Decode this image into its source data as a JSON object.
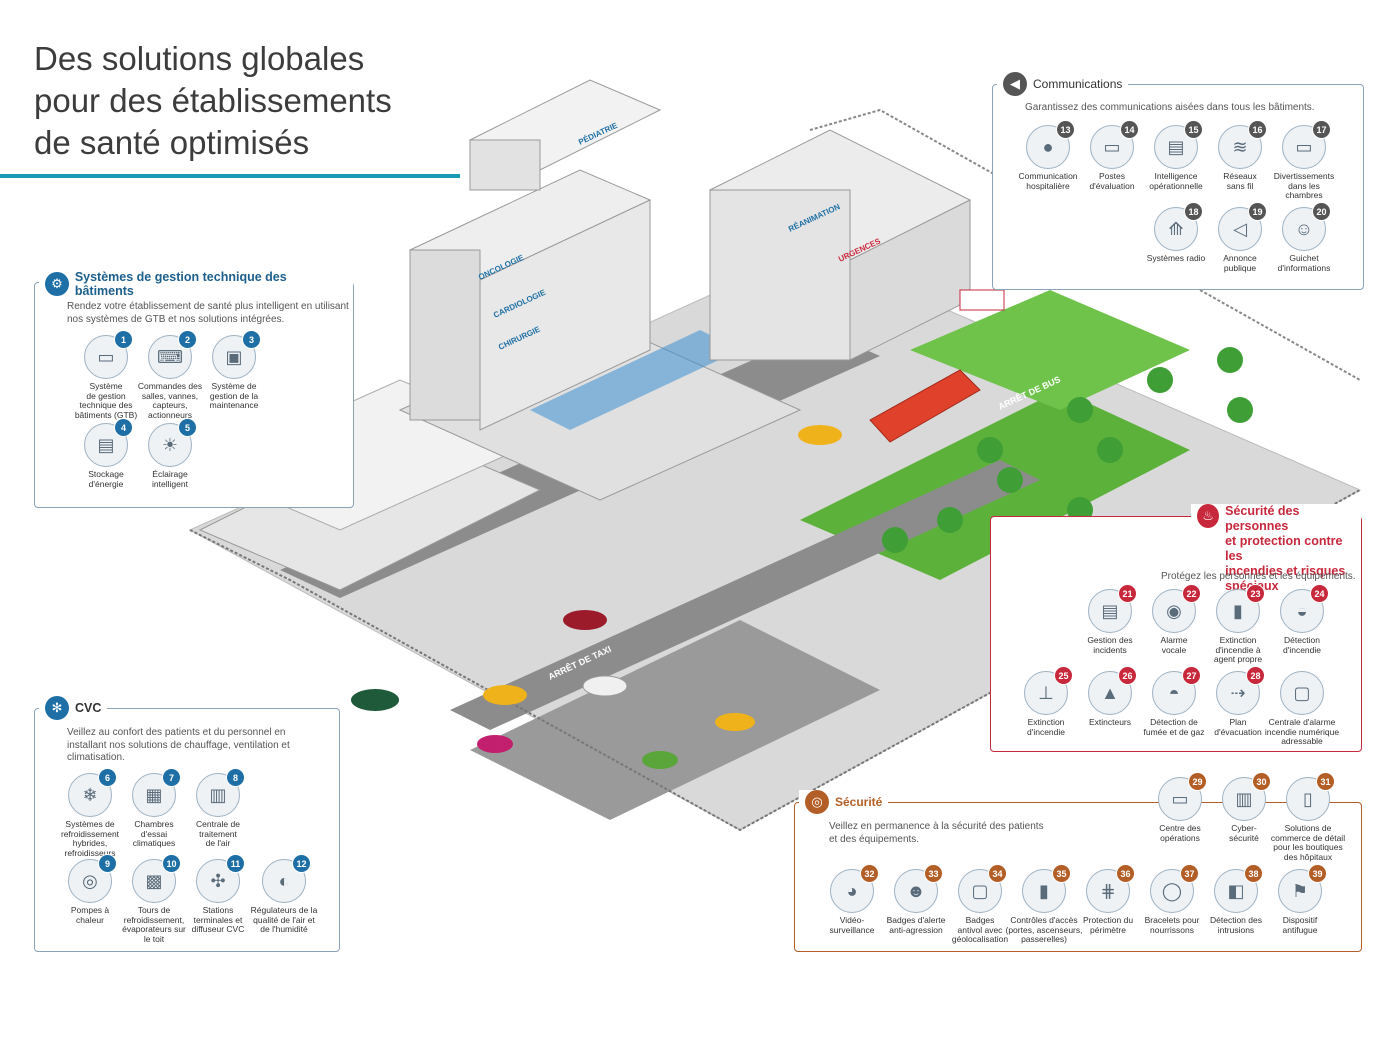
{
  "title": "Des solutions globales\npour des établissements\nde santé optimisés",
  "colors": {
    "accent": "#1a9bb5",
    "gtb": "#1d6fa5",
    "comm": "#555555",
    "safety": "#c8283c",
    "security": "#b35e26",
    "grass": "#5cb13b",
    "road": "#8c8c8c"
  },
  "scene_labels": {
    "pediatrie": "PÉDIATRIE",
    "oncologie": "ONCOLOGIE",
    "cardiologie": "CARDIOLOGIE",
    "chirurgie": "CHIRURGIE",
    "reanimation": "RÉANIMATION",
    "urgences": "URGENCES",
    "arret_bus": "ARRÊT\nDE BUS",
    "arret_taxi": "ARRÊT DE TAXI"
  },
  "gtb": {
    "title": "Systèmes de gestion technique des bâtiments",
    "desc": "Rendez votre établissement de santé plus intelligent en utilisant\nnos systèmes de GTB et nos solutions intégrées.",
    "items": [
      {
        "num": "1",
        "label": "Système\nde gestion\ntechnique des\nbâtiments (GTB)",
        "icon": "display-icon"
      },
      {
        "num": "2",
        "label": "Commandes des\nsalles, vannes,\ncapteurs,\nactionneurs",
        "icon": "laptop-icon"
      },
      {
        "num": "3",
        "label": "Système de\ngestion de la\nmaintenance",
        "icon": "monitor-icon"
      },
      {
        "num": "4",
        "label": "Stockage\nd'énergie",
        "icon": "battery-icon"
      },
      {
        "num": "5",
        "label": "Éclairage\nintelligent",
        "icon": "lightbulb-icon"
      }
    ]
  },
  "cvc": {
    "title": "CVC",
    "desc": "Veillez au confort des patients et du personnel en\ninstallant nos solutions de chauffage, ventilation et\nclimatisation.",
    "items": [
      {
        "num": "6",
        "label": "Systèmes de\nrefroidissement\nhybrides,\nrefroidisseurs",
        "icon": "chiller-icon"
      },
      {
        "num": "7",
        "label": "Chambres\nd'essai\nclimatiques",
        "icon": "chamber-icon"
      },
      {
        "num": "8",
        "label": "Centrale de\ntraitement\nde l'air",
        "icon": "air-unit-icon"
      },
      {
        "num": "9",
        "label": "Pompes à\nchaleur",
        "icon": "pump-icon"
      },
      {
        "num": "10",
        "label": "Tours de\nrefroidissement,\névaporateurs sur\nle toit",
        "icon": "cooling-tower-icon"
      },
      {
        "num": "11",
        "label": "Stations\nterminales et\ndiffuseur CVC",
        "icon": "diffuser-icon"
      },
      {
        "num": "12",
        "label": "Régulateurs de la\nqualité de l'air et\nde l'humidité",
        "icon": "thermostat-icon"
      }
    ]
  },
  "comm": {
    "title": "Communications",
    "desc": "Garantissez des communications aisées dans tous les bâtiments.",
    "items": [
      {
        "num": "13",
        "label": "Communication\nhospitalière",
        "icon": "nurse-call-icon"
      },
      {
        "num": "14",
        "label": "Postes\nd'évaluation",
        "icon": "workstation-icon"
      },
      {
        "num": "15",
        "label": "Intelligence\nopérationnelle",
        "icon": "analytics-icon"
      },
      {
        "num": "16",
        "label": "Réseaux\nsans fil",
        "icon": "wifi-icon"
      },
      {
        "num": "17",
        "label": "Divertissements\ndans les\nchambres",
        "icon": "tv-icon"
      },
      {
        "num": "18",
        "label": "Systèmes radio",
        "icon": "radio-tower-icon"
      },
      {
        "num": "19",
        "label": "Annonce\npublique",
        "icon": "speaker-icon"
      },
      {
        "num": "20",
        "label": "Guichet\nd'informations",
        "icon": "kiosk-icon"
      }
    ]
  },
  "safety": {
    "title": "Sécurité des personnes\net protection contre les\nincendies et risques\nspéciaux",
    "desc": "Protégez les personnes et les équipements.",
    "items": [
      {
        "num": "21",
        "label": "Gestion des\nincidents",
        "icon": "incident-icon"
      },
      {
        "num": "22",
        "label": "Alarme\nvocale",
        "icon": "voice-alarm-icon"
      },
      {
        "num": "23",
        "label": "Extinction\nd'incendie à\nagent propre",
        "icon": "gas-cylinder-icon"
      },
      {
        "num": "24",
        "label": "Détection\nd'incendie",
        "icon": "smoke-detector-icon"
      },
      {
        "num": "25",
        "label": "Extinction\nd'incendie",
        "icon": "sprinkler-icon"
      },
      {
        "num": "26",
        "label": "Extincteurs",
        "icon": "extinguisher-icon"
      },
      {
        "num": "27",
        "label": "Détection de\nfumée et de gaz",
        "icon": "gas-detector-icon"
      },
      {
        "num": "28",
        "label": "Plan\nd'évacuation",
        "icon": "exit-sign-icon"
      },
      {
        "num": "",
        "label": "Centrale d'alarme\nincendie numérique\nadressable",
        "icon": "fire-panel-icon"
      }
    ]
  },
  "security": {
    "title": "Sécurité",
    "desc": "Veillez en permanence à la sécurité des patients\net des équipements.",
    "items": [
      {
        "num": "29",
        "label": "Centre des\nopérations",
        "icon": "ops-center-icon"
      },
      {
        "num": "30",
        "label": "Cyber-\nsécurité",
        "icon": "server-icon"
      },
      {
        "num": "31",
        "label": "Solutions de\ncommerce de détail\npour les boutiques\ndes hôpitaux",
        "icon": "gate-icon"
      },
      {
        "num": "32",
        "label": "Vidéo-\nsurveillance",
        "icon": "camera-icon"
      },
      {
        "num": "33",
        "label": "Badges d'alerte\nanti-agression",
        "icon": "badge-alert-icon"
      },
      {
        "num": "34",
        "label": "Badges\nantivol avec\ngéolocalisation",
        "icon": "badge-locate-icon"
      },
      {
        "num": "35",
        "label": "Contrôles d'accès\n(portes, ascenseurs,\npasserelles)",
        "icon": "access-control-icon"
      },
      {
        "num": "36",
        "label": "Protection du\npérimètre",
        "icon": "fence-icon"
      },
      {
        "num": "37",
        "label": "Bracelets pour\nnourrissons",
        "icon": "bracelet-icon"
      },
      {
        "num": "38",
        "label": "Détection des\nintrusions",
        "icon": "motion-sensor-icon"
      },
      {
        "num": "39",
        "label": "Dispositif\nantifugue",
        "icon": "wander-icon"
      }
    ]
  },
  "icon_glyphs": {
    "display-icon": "▭",
    "laptop-icon": "⌨",
    "monitor-icon": "▣",
    "battery-icon": "▤",
    "lightbulb-icon": "☀",
    "chiller-icon": "❄",
    "chamber-icon": "▦",
    "air-unit-icon": "▥",
    "pump-icon": "◎",
    "cooling-tower-icon": "▩",
    "diffuser-icon": "✣",
    "thermostat-icon": "◐",
    "nurse-call-icon": "●",
    "workstation-icon": "▭",
    "analytics-icon": "▤",
    "wifi-icon": "≋",
    "tv-icon": "▭",
    "radio-tower-icon": "⟰",
    "speaker-icon": "◁",
    "kiosk-icon": "☺",
    "incident-icon": "▤",
    "voice-alarm-icon": "◉",
    "gas-cylinder-icon": "▮",
    "smoke-detector-icon": "◒",
    "sprinkler-icon": "⊥",
    "extinguisher-icon": "▲",
    "gas-detector-icon": "◓",
    "exit-sign-icon": "⇢",
    "fire-panel-icon": "▢",
    "ops-center-icon": "▭",
    "server-icon": "▥",
    "gate-icon": "▯",
    "camera-icon": "◕",
    "badge-alert-icon": "☻",
    "badge-locate-icon": "▢",
    "access-control-icon": "▮",
    "fence-icon": "⋕",
    "bracelet-icon": "◯",
    "motion-sensor-icon": "◧",
    "wander-icon": "⚑"
  }
}
